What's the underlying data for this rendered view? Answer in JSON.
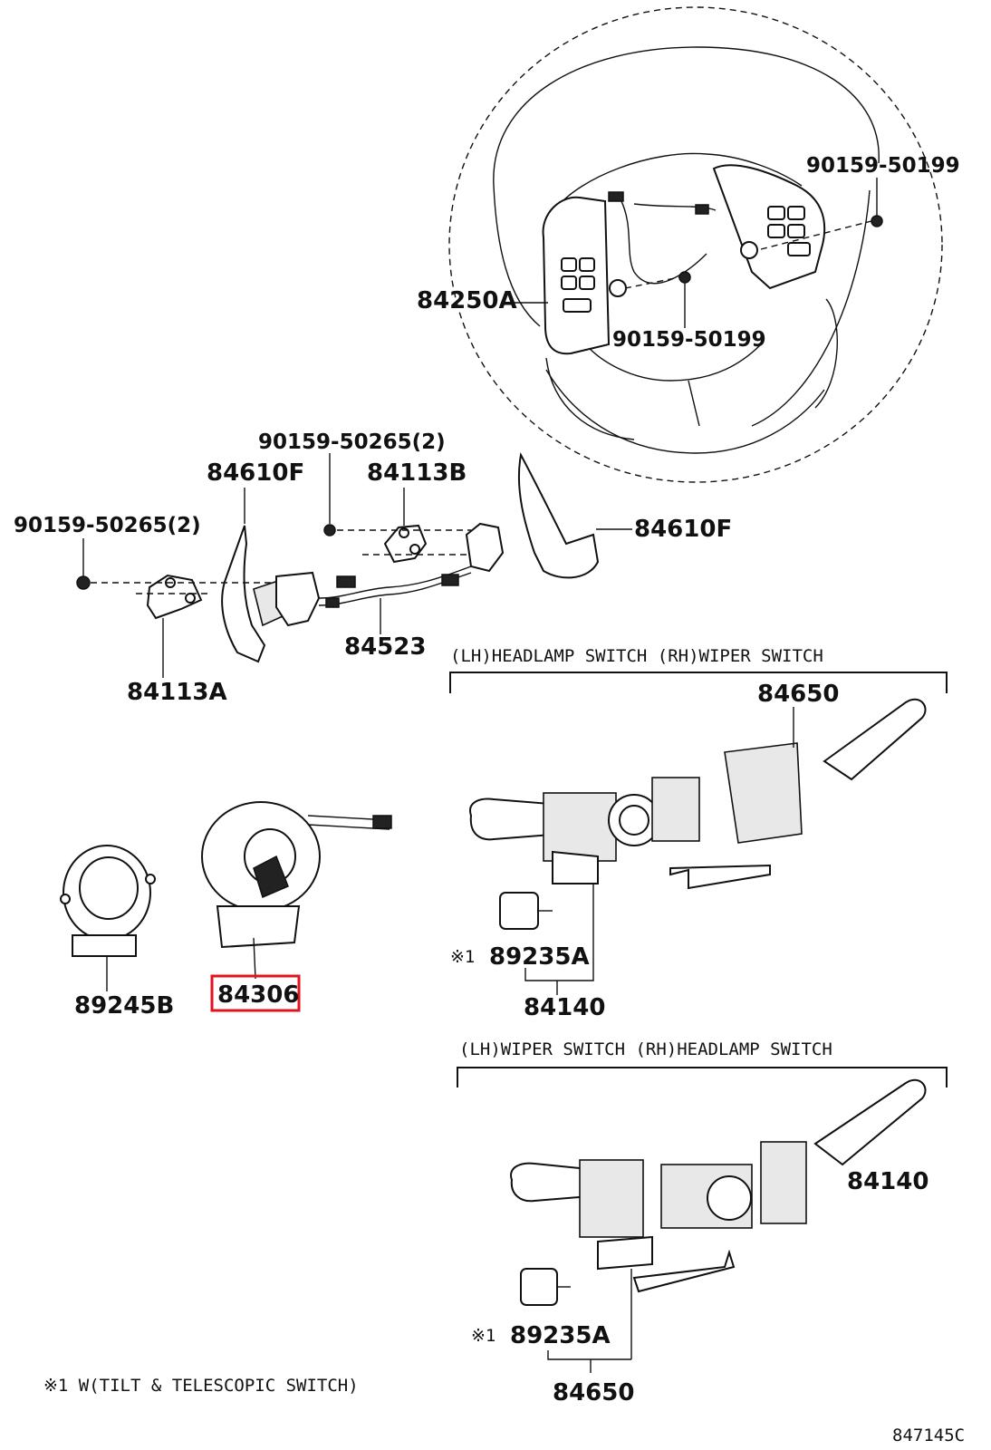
{
  "labels": {
    "wheel_pad": "84250A",
    "screw_top": "90159-50199",
    "screw_mid": "90159-50199",
    "screw_pair_top": "90159-50265(2)",
    "screw_pair_left": "90159-50265(2)",
    "paddle_left": "84610F",
    "paddle_right": "84610F",
    "bracket_b": "84113B",
    "bracket_a": "84113A",
    "harness": "84523",
    "sensor_ring": "89245B",
    "spiral_cable": "84306",
    "switch_assy_1": "84650",
    "switch_assy_1_sub": "84140",
    "switch_assy_2": "84140",
    "switch_assy_2_sub": "84650",
    "note_part_1": "89235A",
    "note_part_2": "89235A",
    "mark_1": "※1",
    "mark_2": "※1"
  },
  "groups": {
    "group1": "(LH)HEADLAMP SWITCH   (RH)WIPER SWITCH",
    "group2": "(LH)WIPER SWITCH   (RH)HEADLAMP SWITCH"
  },
  "footnote": "※1 W(TILT & TELESCOPIC SWITCH)",
  "figure_code": "847145C",
  "highlight": {
    "part": "84306",
    "color": "#e0141e"
  }
}
